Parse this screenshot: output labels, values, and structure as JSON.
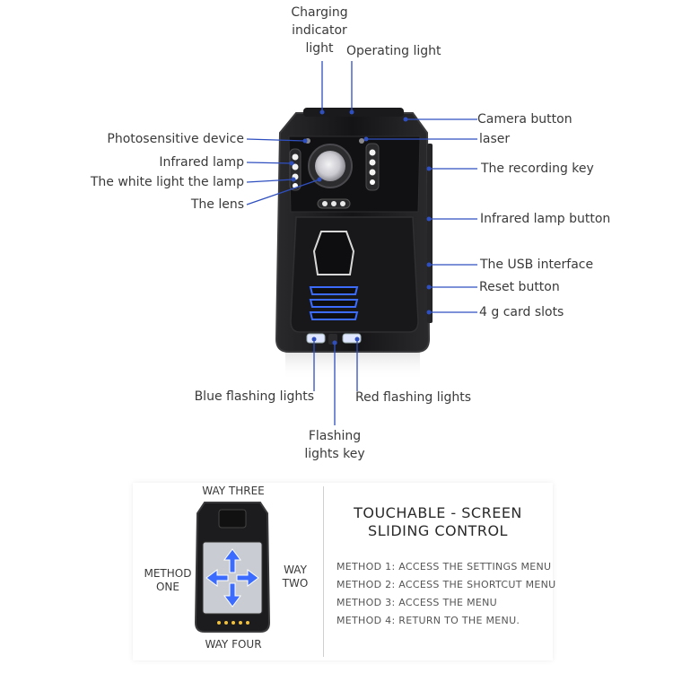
{
  "labels": {
    "charging_indicator": [
      "Charging",
      "indicator",
      "light"
    ],
    "operating_light": "Operating light",
    "camera_button": "Camera button",
    "laser": "laser",
    "photosensitive": "Photosensitive device",
    "infrared_lamp": "Infrared lamp",
    "white_light": "The white light the lamp",
    "lens": "The lens",
    "recording_key": "The recording key",
    "infrared_button": "Infrared lamp button",
    "usb": "The USB interface",
    "reset": "Reset button",
    "card_slots": "4 g card slots",
    "blue_flash": "Blue flashing lights",
    "red_flash": "Red flashing lights",
    "flashing_key": [
      "Flashing",
      "lights key"
    ]
  },
  "touch_panel": {
    "way_three": "WAY THREE",
    "way_four": "WAY FOUR",
    "method_one": [
      "METHOD",
      "ONE"
    ],
    "way_two": [
      "WAY",
      "TWO"
    ],
    "title": [
      "TOUCHABLE - SCREEN",
      "SLIDING CONTROL"
    ],
    "methods": [
      "METHOD 1: ACCESS THE SETTINGS MENU",
      "METHOD 2: ACCESS THE SHORTCUT MENU",
      "METHOD 3: ACCESS THE MENU",
      "METHOD 4: RETURN TO THE MENU."
    ]
  },
  "colors": {
    "leader": "#2f4fbf",
    "device_body": "#1c1c1e",
    "device_edge": "#3a3a3c",
    "accent_blue": "#3b6cff"
  }
}
